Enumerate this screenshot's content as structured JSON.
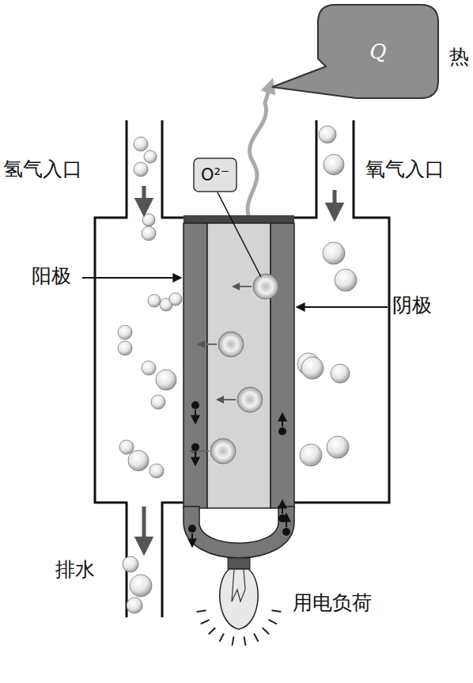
{
  "diagram": {
    "nodes": [
      {
        "text": [
          "Q"
        ]
      },
      {
        "text": [
          "O²⁻"
        ]
      }
    ],
    "labels": [
      "热",
      "氢气入口",
      "氧气入口",
      "阳极",
      "阴极",
      "排水",
      "用电负荷"
    ]
  }
}
